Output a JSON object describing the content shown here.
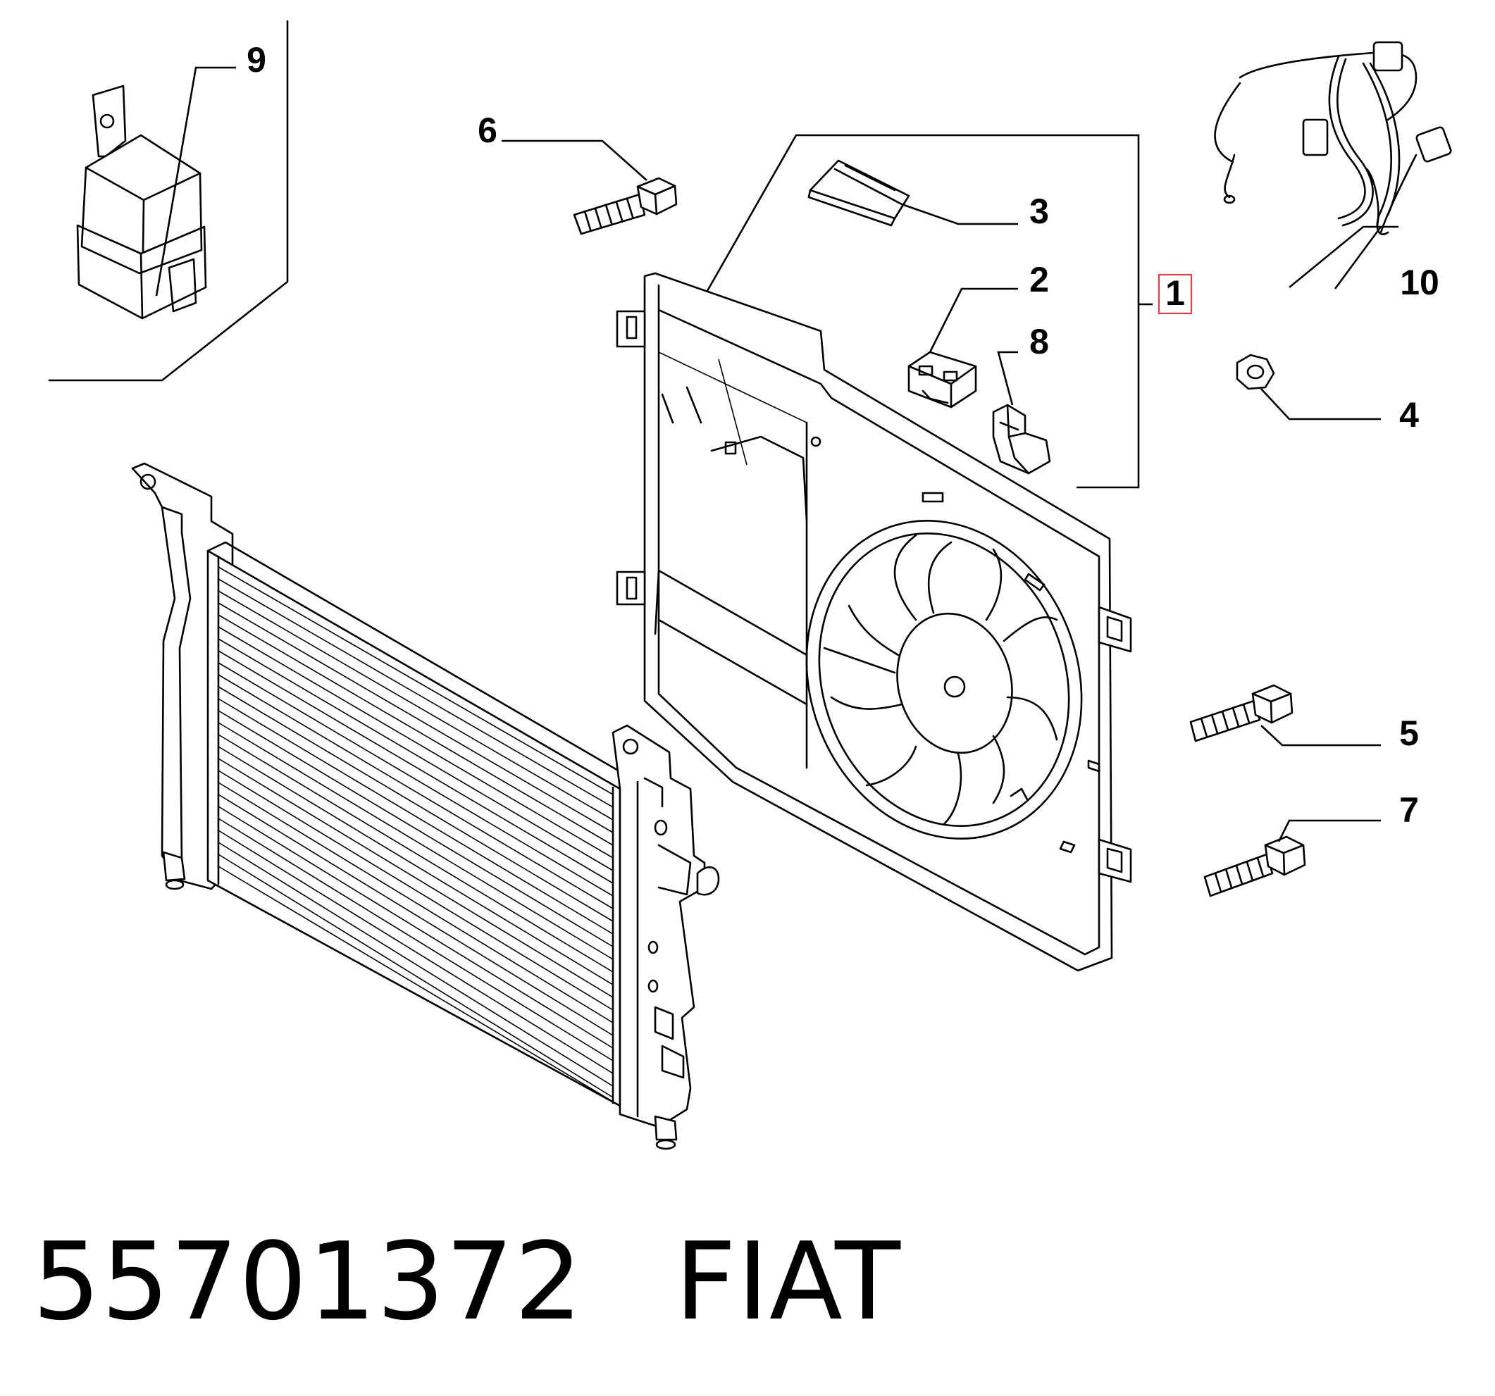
{
  "caption": {
    "part_number": "55701372",
    "brand": "FIAT"
  },
  "callouts": [
    {
      "id": "1",
      "label": "1",
      "highlighted": true,
      "highlight_color": "#e0404a"
    },
    {
      "id": "2",
      "label": "2"
    },
    {
      "id": "3",
      "label": "3"
    },
    {
      "id": "4",
      "label": "4"
    },
    {
      "id": "5",
      "label": "5"
    },
    {
      "id": "6",
      "label": "6"
    },
    {
      "id": "7",
      "label": "7"
    },
    {
      "id": "8",
      "label": "8"
    },
    {
      "id": "9",
      "label": "9"
    },
    {
      "id": "10",
      "label": "10"
    }
  ],
  "parts": [
    {
      "id": "radiator",
      "callout": ""
    },
    {
      "id": "fan-shroud",
      "callout": "1"
    },
    {
      "id": "bracket",
      "callout": "2"
    },
    {
      "id": "clip",
      "callout": "3"
    },
    {
      "id": "nut",
      "callout": "4"
    },
    {
      "id": "bolt",
      "callout": "5"
    },
    {
      "id": "bolt",
      "callout": "6"
    },
    {
      "id": "bolt",
      "callout": "7"
    },
    {
      "id": "holder",
      "callout": "8"
    },
    {
      "id": "relay",
      "callout": "9"
    },
    {
      "id": "wiring-harness",
      "callout": "10"
    }
  ],
  "colors": {
    "line": "#000000",
    "background": "#ffffff",
    "highlight": "#e0404a"
  }
}
